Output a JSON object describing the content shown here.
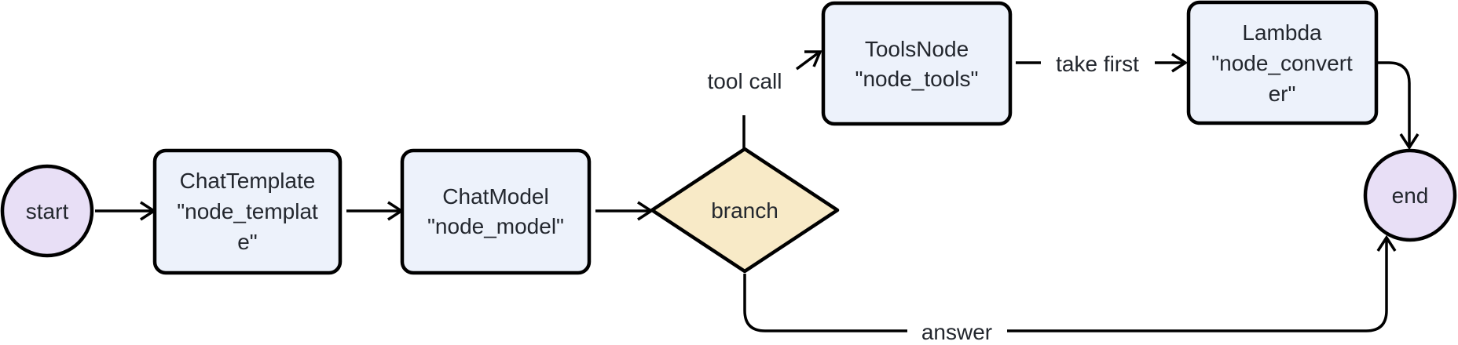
{
  "diagram_type": "flowchart",
  "colors": {
    "background": "#ffffff",
    "edge": "#000000",
    "node_stroke": "#000000",
    "rect_fill": "#edf2fb",
    "circle_fill": "#e8dff6",
    "diamond_fill": "#f8eac7",
    "text": "#23272e"
  },
  "nodes": {
    "start": {
      "shape": "circle",
      "label": "start"
    },
    "chat_template": {
      "shape": "rect",
      "lines": [
        "ChatTemplate",
        "\"node_templat",
        "e\""
      ]
    },
    "chat_model": {
      "shape": "rect",
      "lines": [
        "ChatModel",
        "\"node_model\""
      ]
    },
    "branch": {
      "shape": "diamond",
      "label": "branch"
    },
    "tools_node": {
      "shape": "rect",
      "lines": [
        "ToolsNode",
        "\"node_tools\""
      ]
    },
    "lambda_converter": {
      "shape": "rect",
      "lines": [
        "Lambda",
        "\"node_convert",
        "er\""
      ]
    },
    "end": {
      "shape": "circle",
      "label": "end"
    }
  },
  "edges": [
    {
      "from": "start",
      "to": "chat_template",
      "label": ""
    },
    {
      "from": "chat_template",
      "to": "chat_model",
      "label": ""
    },
    {
      "from": "chat_model",
      "to": "branch",
      "label": ""
    },
    {
      "from": "branch",
      "to": "tools_node",
      "label": "tool call"
    },
    {
      "from": "tools_node",
      "to": "lambda_converter",
      "label": "take first"
    },
    {
      "from": "lambda_converter",
      "to": "end",
      "label": ""
    },
    {
      "from": "branch",
      "to": "end",
      "label": "answer"
    }
  ]
}
